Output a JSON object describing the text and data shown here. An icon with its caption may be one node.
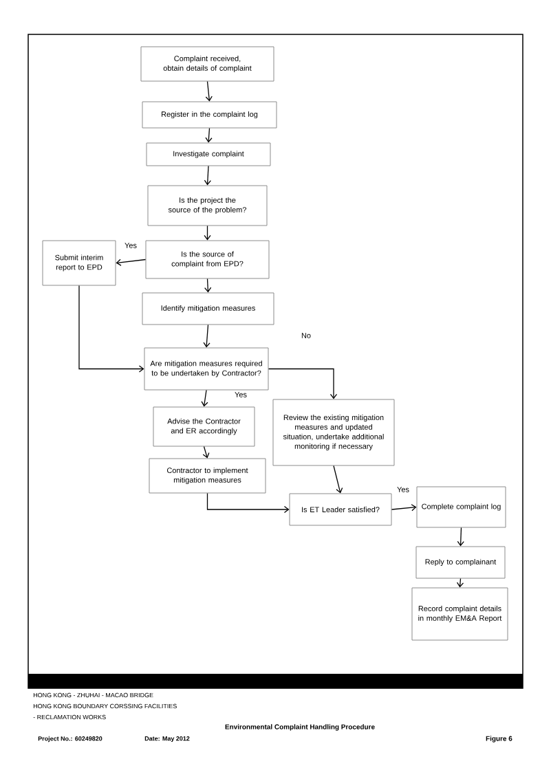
{
  "diagram": {
    "title": "Environmental Complaint Handling Procedure",
    "nodes": [
      {
        "text": [
          "Complaint received, obtain details of complaint"
        ]
      },
      {
        "text": [
          "Register in the complaint log"
        ]
      },
      {
        "text": [
          "Investigate complaint"
        ]
      },
      {
        "text": [
          "Is the project the source of the problem?"
        ]
      },
      {
        "text": [
          "Is the source of complaint from EPD?"
        ]
      },
      {
        "text": [
          "Submit interim report to EPD"
        ]
      },
      {
        "text": [
          "Identify mitigation measures"
        ]
      },
      {
        "text": [
          "Are mitigation measures required to be undertaken by Contractor?"
        ]
      },
      {
        "text": [
          "Advise the Contractor and ER accordingly"
        ]
      },
      {
        "text": [
          "Contractor to implement mitigation measures"
        ]
      },
      {
        "text": [
          "Review the existing mitigation measures and updated situation, undertake additional monitoring if necessary"
        ]
      },
      {
        "text": [
          "Is ET Leader satisfied?"
        ]
      },
      {
        "text": [
          "Complete complaint log"
        ]
      },
      {
        "text": [
          "Reply to complainant"
        ]
      },
      {
        "text": [
          "Record complaint details in monthly EM&A Report"
        ]
      }
    ],
    "edges": [
      {
        "from": 0,
        "to": 1,
        "arrow": "to"
      },
      {
        "from": 1,
        "to": 2,
        "arrow": "to"
      },
      {
        "from": 2,
        "to": 3,
        "arrow": "to"
      },
      {
        "from": 3,
        "to": 4,
        "arrow": "to"
      },
      {
        "from": 4,
        "to": 5,
        "arrow": "to",
        "label": "Yes"
      },
      {
        "from": 4,
        "to": 6,
        "arrow": "to"
      },
      {
        "from": 5,
        "to": 7,
        "arrow": "to"
      },
      {
        "from": 6,
        "to": 7,
        "arrow": "to"
      },
      {
        "from": 7,
        "to": 8,
        "arrow": "to",
        "label": "Yes"
      },
      {
        "from": 7,
        "to": 10,
        "arrow": "to",
        "label": "No"
      },
      {
        "from": 8,
        "to": 9,
        "arrow": "to"
      },
      {
        "from": 9,
        "to": 11,
        "arrow": "to"
      },
      {
        "from": 10,
        "to": 11,
        "arrow": "to"
      },
      {
        "from": 11,
        "to": 12,
        "arrow": "to",
        "label": "Yes"
      },
      {
        "from": 12,
        "to": 13,
        "arrow": "to"
      },
      {
        "from": 13,
        "to": 14,
        "arrow": "to"
      }
    ],
    "labels": [
      "HONG KONG - ZHUHAI - MACAO BRIDGE",
      "HONG KONG BOUNDARY CORSSING FACILITIES",
      "- RECLAMATION WORKS",
      "Project No.: 60249820",
      "Date: May 2012",
      "Figure 6"
    ]
  }
}
